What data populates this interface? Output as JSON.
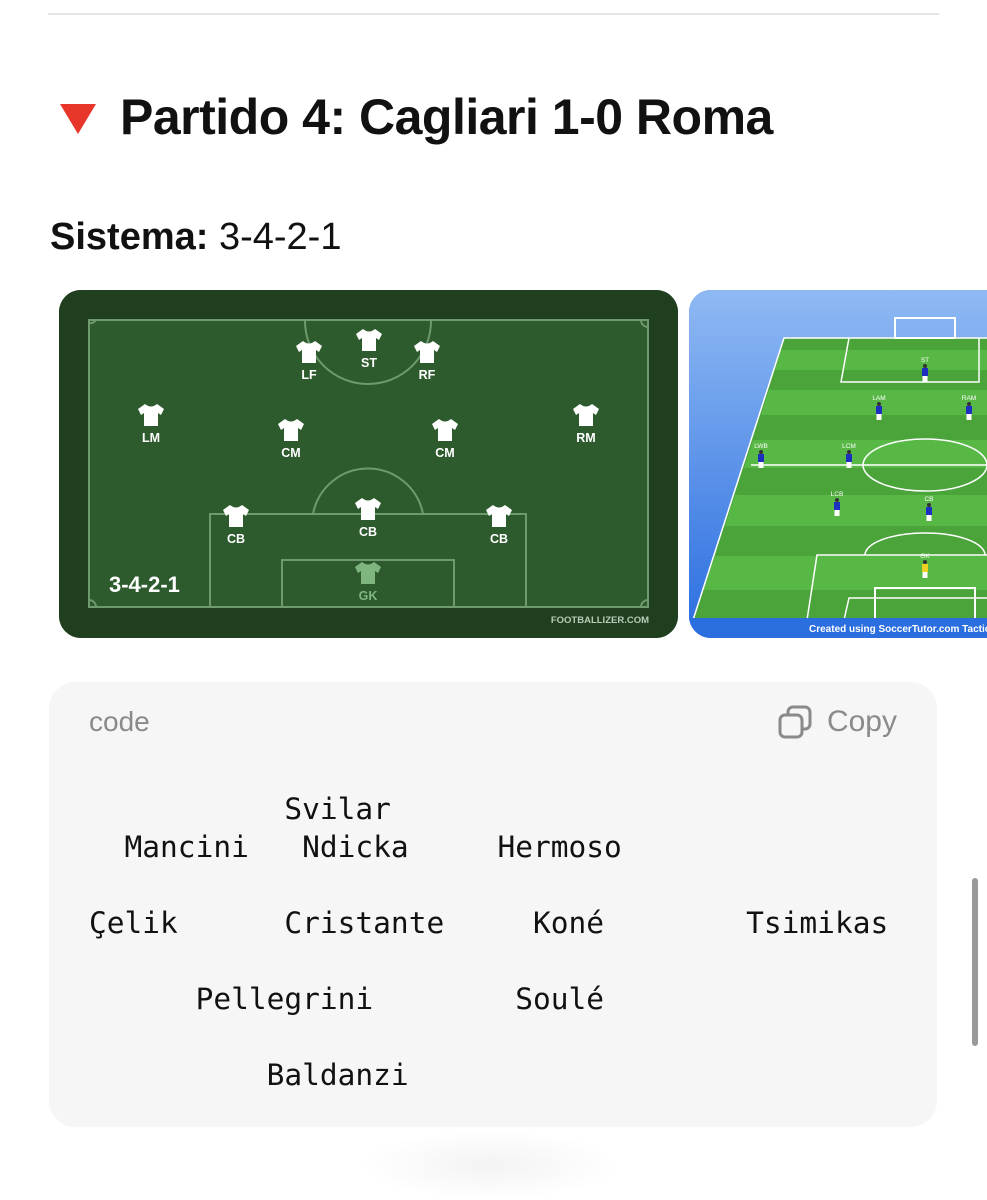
{
  "heading": {
    "icon": "red-down-triangle-icon",
    "title": "Partido 4: Cagliari 1-0 Roma"
  },
  "sistema": {
    "label": "Sistema:",
    "value": "3-4-2-1"
  },
  "formation_image": {
    "formation": "3-4-2-1",
    "watermark": "FOOTBALLIZER.COM",
    "positions": [
      "LF",
      "ST",
      "RF",
      "LM",
      "CM",
      "CM",
      "RM",
      "CB",
      "CB",
      "CB",
      "GK"
    ]
  },
  "tactics_image": {
    "positions": [
      "ST",
      "LAM",
      "RAM",
      "LWB",
      "LCM",
      "LCB",
      "CB",
      "GK"
    ],
    "credit": "Created using SoccerTutor.com Tactics"
  },
  "code_block": {
    "language": "code",
    "copy_label": "Copy",
    "copy_icon": "copy-icon",
    "lines": [
      "           Svilar",
      "  Mancini   Ndicka     Hermoso",
      "",
      "Çelik      Cristante     Koné        Tsimikas",
      "",
      "      Pellegrini        Soulé",
      "",
      "          Baldanzi"
    ]
  },
  "colors": {
    "pitch_dark": "#1f3f1f",
    "pitch": "#2e5b2e",
    "accent_red": "#e8362b",
    "code_bg": "#f6f6f6"
  }
}
